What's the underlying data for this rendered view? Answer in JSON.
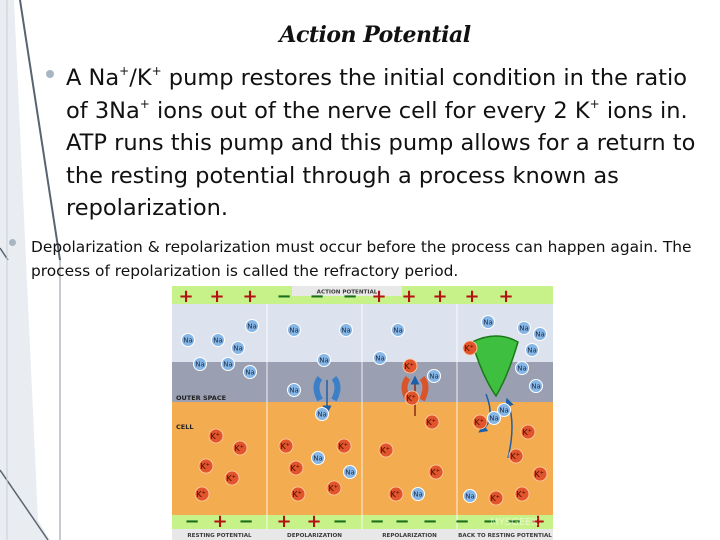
{
  "slide": {
    "title": "Action Potential",
    "bullets": [
      {
        "parts": [
          {
            "t": "A Na"
          },
          {
            "sup": "+"
          },
          {
            "t": "/K"
          },
          {
            "sup": "+"
          },
          {
            "t": " pump restores the initial condition in the ratio of 3Na"
          },
          {
            "sup": "+"
          },
          {
            "t": " ions out of the nerve cell for every 2 K"
          },
          {
            "sup": "+"
          },
          {
            "t": " ions in.  ATP runs this pump and this pump allows for a return to the resting potential through a process known as repolarization."
          }
        ]
      },
      {
        "text": "Depolarization & repolarization must occur before the process can happen again.  The process of repolarization is called the refractory period."
      }
    ]
  },
  "figure": {
    "header": "ACTION POTENTIAL",
    "outer_label": "OUTER SPACE",
    "cell_label": "CELL",
    "top_signs": [
      "+",
      "+",
      "+",
      "−",
      "−",
      "−",
      "+",
      "+",
      "+",
      "+",
      "+"
    ],
    "bottom_signs": [
      "−",
      "+",
      "−",
      "+",
      "+",
      "−",
      "−",
      "−",
      "−",
      "−",
      "−",
      "−",
      "+"
    ],
    "ion_na": "Na",
    "ion_k": "K",
    "ion_k_plus": "K",
    "k_superscript": "+",
    "panels": [
      "RESTING POTENTIAL",
      "DEPOLARIZATION",
      "REPOLARIZATION",
      "BACK TO RESTING POTENTIAL"
    ],
    "watermark": "MYSGEEK",
    "colors": {
      "outer_top": "#dfe6f0",
      "membrane": "#8f96a8",
      "cell": "#f2a94b",
      "na_ion": "#7fb1e3",
      "k_ion": "#e0532b",
      "pump": "#3fbf3f",
      "sign_band": "#bff07a"
    }
  }
}
